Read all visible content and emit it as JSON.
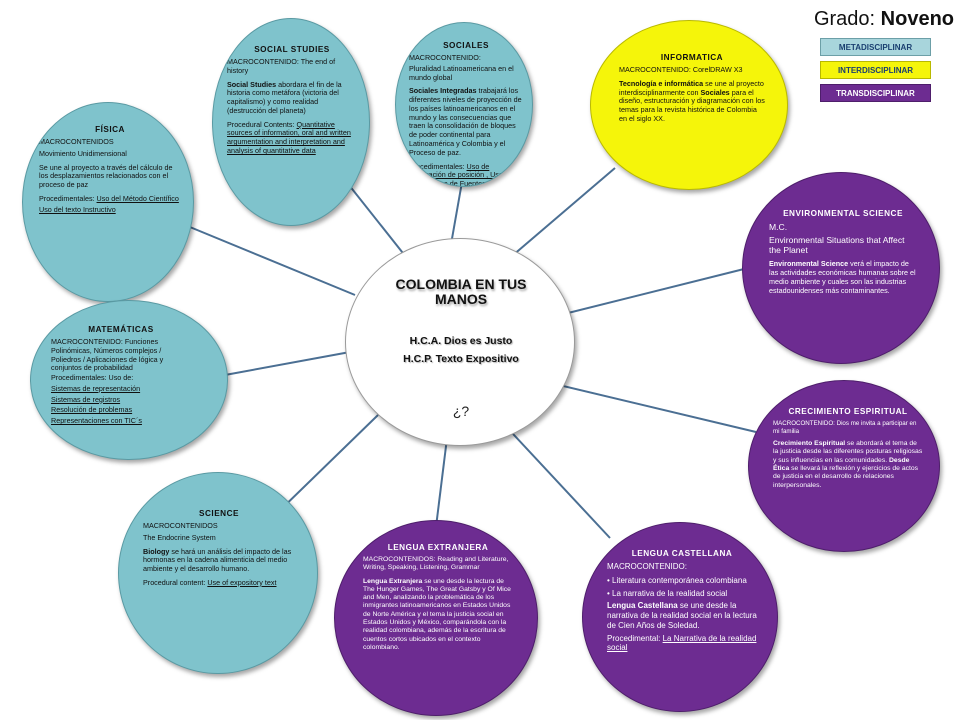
{
  "header": {
    "grade_label": "Grado:",
    "grade_value": "Noveno"
  },
  "legend": [
    {
      "label": "METADISCIPLINAR",
      "bg": "#a8d5dc",
      "fg": "#1a3f70"
    },
    {
      "label": "INTERDISCIPLINAR",
      "bg": "#f5f50a",
      "fg": "#1a3f70"
    },
    {
      "label": "TRANSDISCIPLINAR",
      "bg": "#6d2c91",
      "fg": "#ffffff"
    }
  ],
  "center": {
    "title": "COLOMBIA EN TUS MANOS",
    "hca": "H.C.A. Dios es Justo",
    "hcp": "H.C.P. Texto Expositivo",
    "question": "¿?"
  },
  "social_studies": {
    "title": "SOCIAL STUDIES",
    "macro": "MACROCONTENIDO: The end of history",
    "subject": "Social Studies",
    "body": "abordara el fin de la historia como metáfora (victoria del capitalismo) y como realidad (destrucción del planeta)",
    "proc_label": "Procedural Contents:",
    "proc_link": "Quantitative sources of information, oral and written argumentation and interpretation and analysis of quantitative data"
  },
  "sociales": {
    "title": "SOCIALES",
    "macro": "MACROCONTENIDO:",
    "macro_value": "Pluralidad Latinoamericana en el mundo global",
    "subject": "Sociales Integradas",
    "body": "trabajará los diferentes niveles de proyección de los países latinoamericanos en el mundo y las consecuencias que traen la consolidación de bloques de poder continental para Latinoamérica y Colombia y el Proceso de paz.",
    "proc_label": "Procedimentales:",
    "proc_link": "Uso de declaración de posición , Uso del debate, Uso de Fuentes de documentación"
  },
  "informatica": {
    "title": "INFORMATICA",
    "macro": "MACROCONTENIDO: CorelDRAW X3",
    "subject": "Tecnología e informática",
    "body1": "se une al proyecto interdisciplinarmente con",
    "subject2": "Sociales",
    "body2": "para el diseño, estructuración y diagramación con los temas para la revista histórica de Colombia en el siglo XX."
  },
  "fisica": {
    "title": "FÍSICA",
    "macro": "MACROCONTENIDOS",
    "macro_value": "Movimiento Unidimensional",
    "body": "Se une al proyecto a través del cálculo de los desplazamientos relacionados con el proceso de paz",
    "proc_label": "Procedimentales:",
    "proc_link": "Uso del Método Científico",
    "proc_link2": "Uso del texto Instructivo"
  },
  "environmental": {
    "title": "ENVIRONMENTAL SCIENCE",
    "macro": "M.C.",
    "macro_value": "Environmental Situations that Affect the Planet",
    "subject": "Environmental Science",
    "body": "verá el impacto de las actividades económicas humanas sobre el medio ambiente y cuales son las industrias estadounidenses más contaminantes."
  },
  "matematicas": {
    "title": "MATEMÁTICAS",
    "macro": "MACROCONTENIDO: Funciones Polinómicas, Números complejos / Poliedros / Aplicaciones de lógica y conjuntos de probabilidad",
    "proc_label": "Procedimentales: Uso de:",
    "links": [
      "Sistemas de representación",
      "Sistemas de registros",
      "Resolución de problemas",
      "Representaciones con TIC´s"
    ]
  },
  "crecimiento": {
    "title": "CRECIMIENTO ESPIRITUAL",
    "macro": "MACROCONTENIDO: Dios me invita a participar en mi familia",
    "subject": "Crecimiento Espiritual",
    "body1": "se abordará el tema de la justicia desde las diferentes posturas religiosas y sus influencias en las comunidades.",
    "subject2": "Desde Ética",
    "body2": "se llevará la reflexión y ejercicios de actos de justicia en el desarrollo de relaciones interpersonales."
  },
  "science": {
    "title": "SCIENCE",
    "macro": "MACROCONTENIDOS",
    "macro_value": "The Endocrine System",
    "subject": "Biology",
    "body": "se hará un análisis del impacto de las hormonas en la cadena alimenticia del medio ambiente y el desarrollo humano.",
    "proc_label": "Procedural content:",
    "proc_link": "Use of expository text"
  },
  "lengua_extranjera": {
    "title": "LENGUA EXTRANJERA",
    "macro": "MACROCONTENIDOS: Reading and Literature, Writing, Speaking, Listening, Grammar",
    "subject": "Lengua Extranjera",
    "body": "se une desde la lectura de The Hunger Games, The Great Gatsby y Of Mice and Men, analizando la problemática de los inmigrantes latinoamericanos en Estados Unidos de Norte América y el tema la justicia social en Estados Unidos y México, comparándola con la realidad colombiana, además de la escritura de cuentos cortos ubicados en el contexto colombiano."
  },
  "lengua_castellana": {
    "title": "LENGUA CASTELLANA",
    "macro": "MACROCONTENIDO:",
    "items": [
      "• Literatura contemporánea colombiana",
      "• La narrativa de la realidad social"
    ],
    "subject": "Lengua Castellana",
    "body": "se une desde la narrativa de la realidad social en la lectura de Cien Años de Soledad.",
    "proc_label": "Procedimental:",
    "proc_link": "La Narrativa de la realidad social"
  }
}
